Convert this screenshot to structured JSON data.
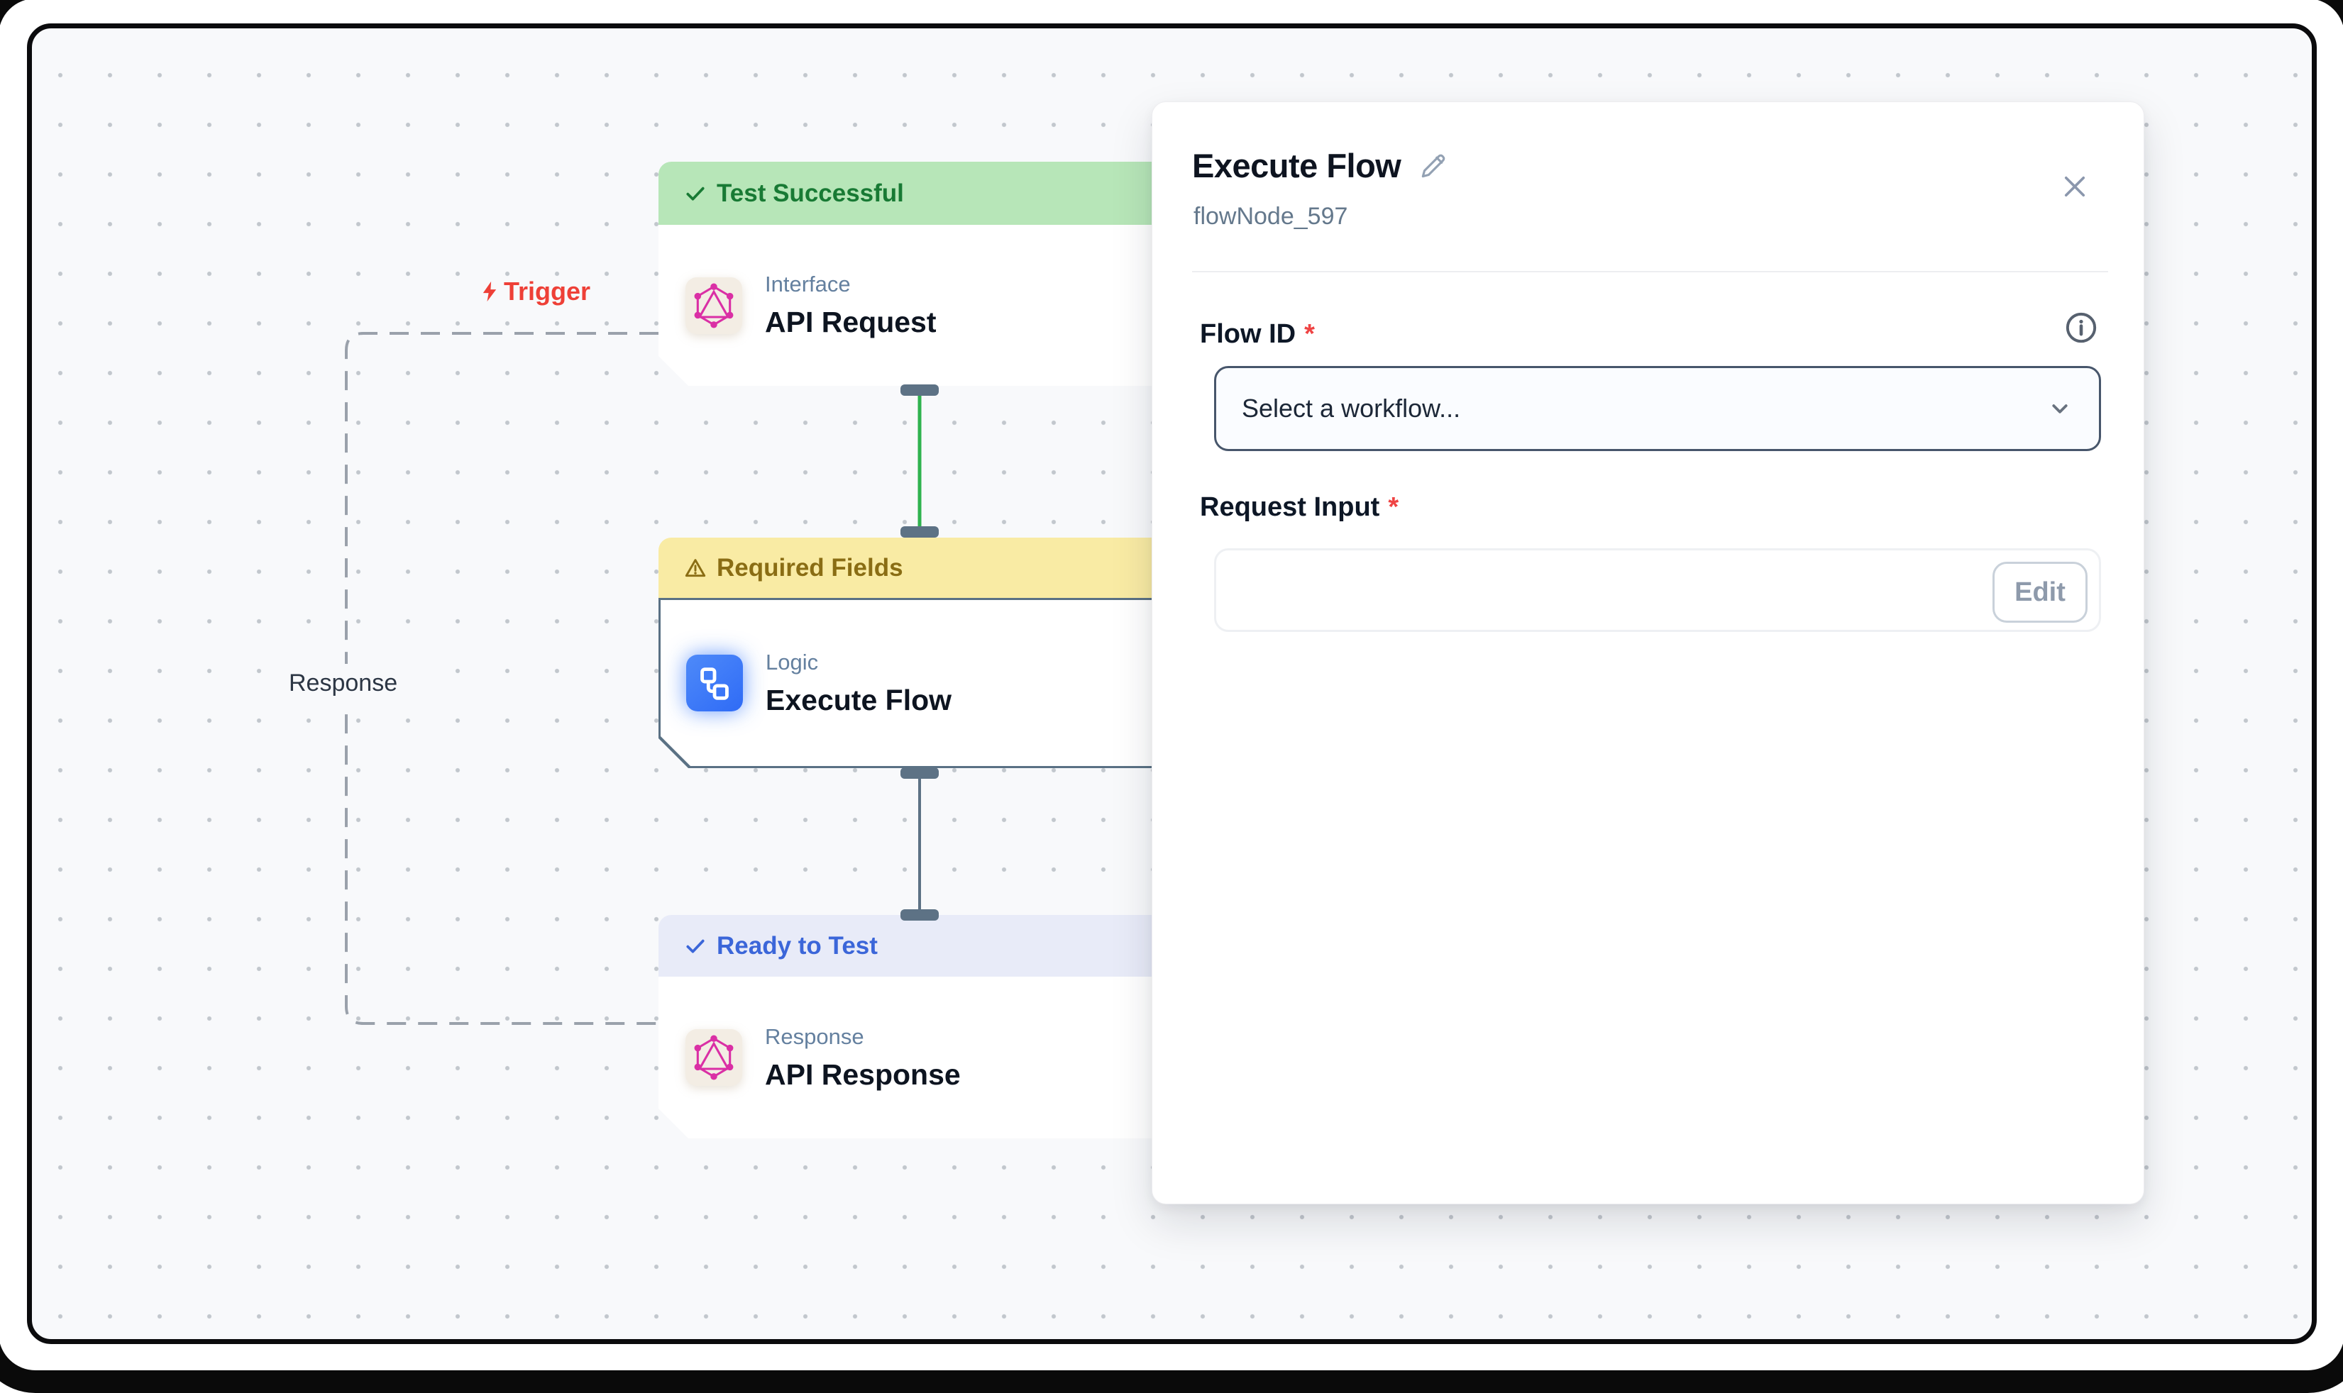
{
  "edge_labels": {
    "trigger": "Trigger",
    "response": "Response"
  },
  "nodes": [
    {
      "status": "Test Successful",
      "category": "Interface",
      "title": "API Request"
    },
    {
      "status": "Required Fields",
      "category": "Logic",
      "title": "Execute Flow"
    },
    {
      "status": "Ready to Test",
      "category": "Response",
      "title": "API Response"
    }
  ],
  "panel": {
    "title": "Execute Flow",
    "node_id": "flowNode_597",
    "flow_id_label": "Flow ID",
    "flow_id_required": "*",
    "flow_id_value": "Select a workflow...",
    "request_input_label": "Request Input",
    "request_input_required": "*",
    "edit_button": "Edit"
  },
  "colors": {
    "canvas_bg": "#f8f9fb",
    "status_success_bg": "#b7e6b8",
    "status_success_text": "#187a34",
    "status_warning_bg": "#f9eba4",
    "status_warning_text": "#8a6d14",
    "status_info_bg": "#e8ebf8",
    "status_info_text": "#3b66d9",
    "logic_icon_blue": "#3d7bfa",
    "graphql_pink": "#da2fa5",
    "trigger_red": "#ee4037",
    "connector_green": "#2fb34f",
    "connector_gray": "#5d7285",
    "select_border": "#47566b"
  }
}
